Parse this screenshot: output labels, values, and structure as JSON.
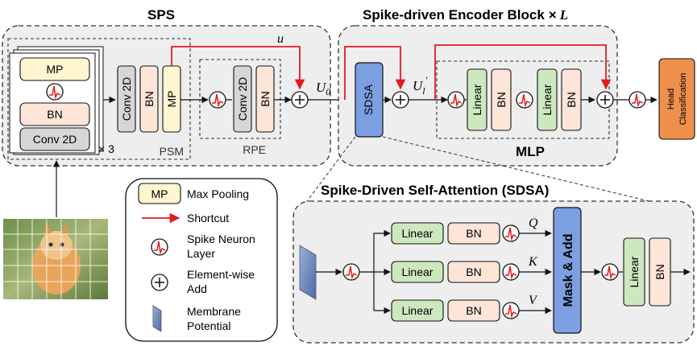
{
  "sps": {
    "title": "SPS",
    "psm_label": "PSM",
    "rpe_label": "RPE",
    "repeat": "× 3",
    "mp": "MP",
    "bn": "BN",
    "conv": "Conv 2D",
    "u_label": "u",
    "u0_label": "U",
    "u0_sub": "0"
  },
  "encoder": {
    "title_main": "Spike-driven Encoder Block",
    "title_times": "×",
    "title_L": "L",
    "sdsa": "SDSA",
    "ul_label": "U",
    "ul_sub": "l",
    "ul_prime": "′",
    "linear": "Linear",
    "bn": "BN",
    "mlp": "MLP"
  },
  "head": {
    "label_line1": "Head",
    "label_line2": "Classification"
  },
  "sdsa_detail": {
    "title": "Spike-Driven Self-Attention (SDSA)",
    "linear": "Linear",
    "bn": "BN",
    "q": "Q",
    "k": "K",
    "v": "V",
    "mask_add": "Mask & Add"
  },
  "legend": {
    "mp": "MP",
    "mp_desc": "Max Pooling",
    "shortcut_desc": "Shortcut",
    "neuron_desc_1": "Spike Neuron",
    "neuron_desc_2": "Layer",
    "add_desc_1": "Element-",
    "add_desc_2": "wise",
    "add_desc_3": "Add",
    "membrane_desc_1": "Membrane",
    "membrane_desc_2": "Potential"
  },
  "colors": {
    "mp_fill": "#fff5d0",
    "bn_fill": "#fde5d8",
    "conv_fill": "#d6d6d6",
    "linear_fill": "#cde8be",
    "sdsa_fill": "#7b9fe0",
    "mask_fill": "#7b9fe0",
    "head_fill": "#ef8f4c",
    "shortcut": "#e41a1c",
    "panel": "#eeeeee"
  },
  "image": {
    "description_icon": "cat-photo-icon"
  }
}
